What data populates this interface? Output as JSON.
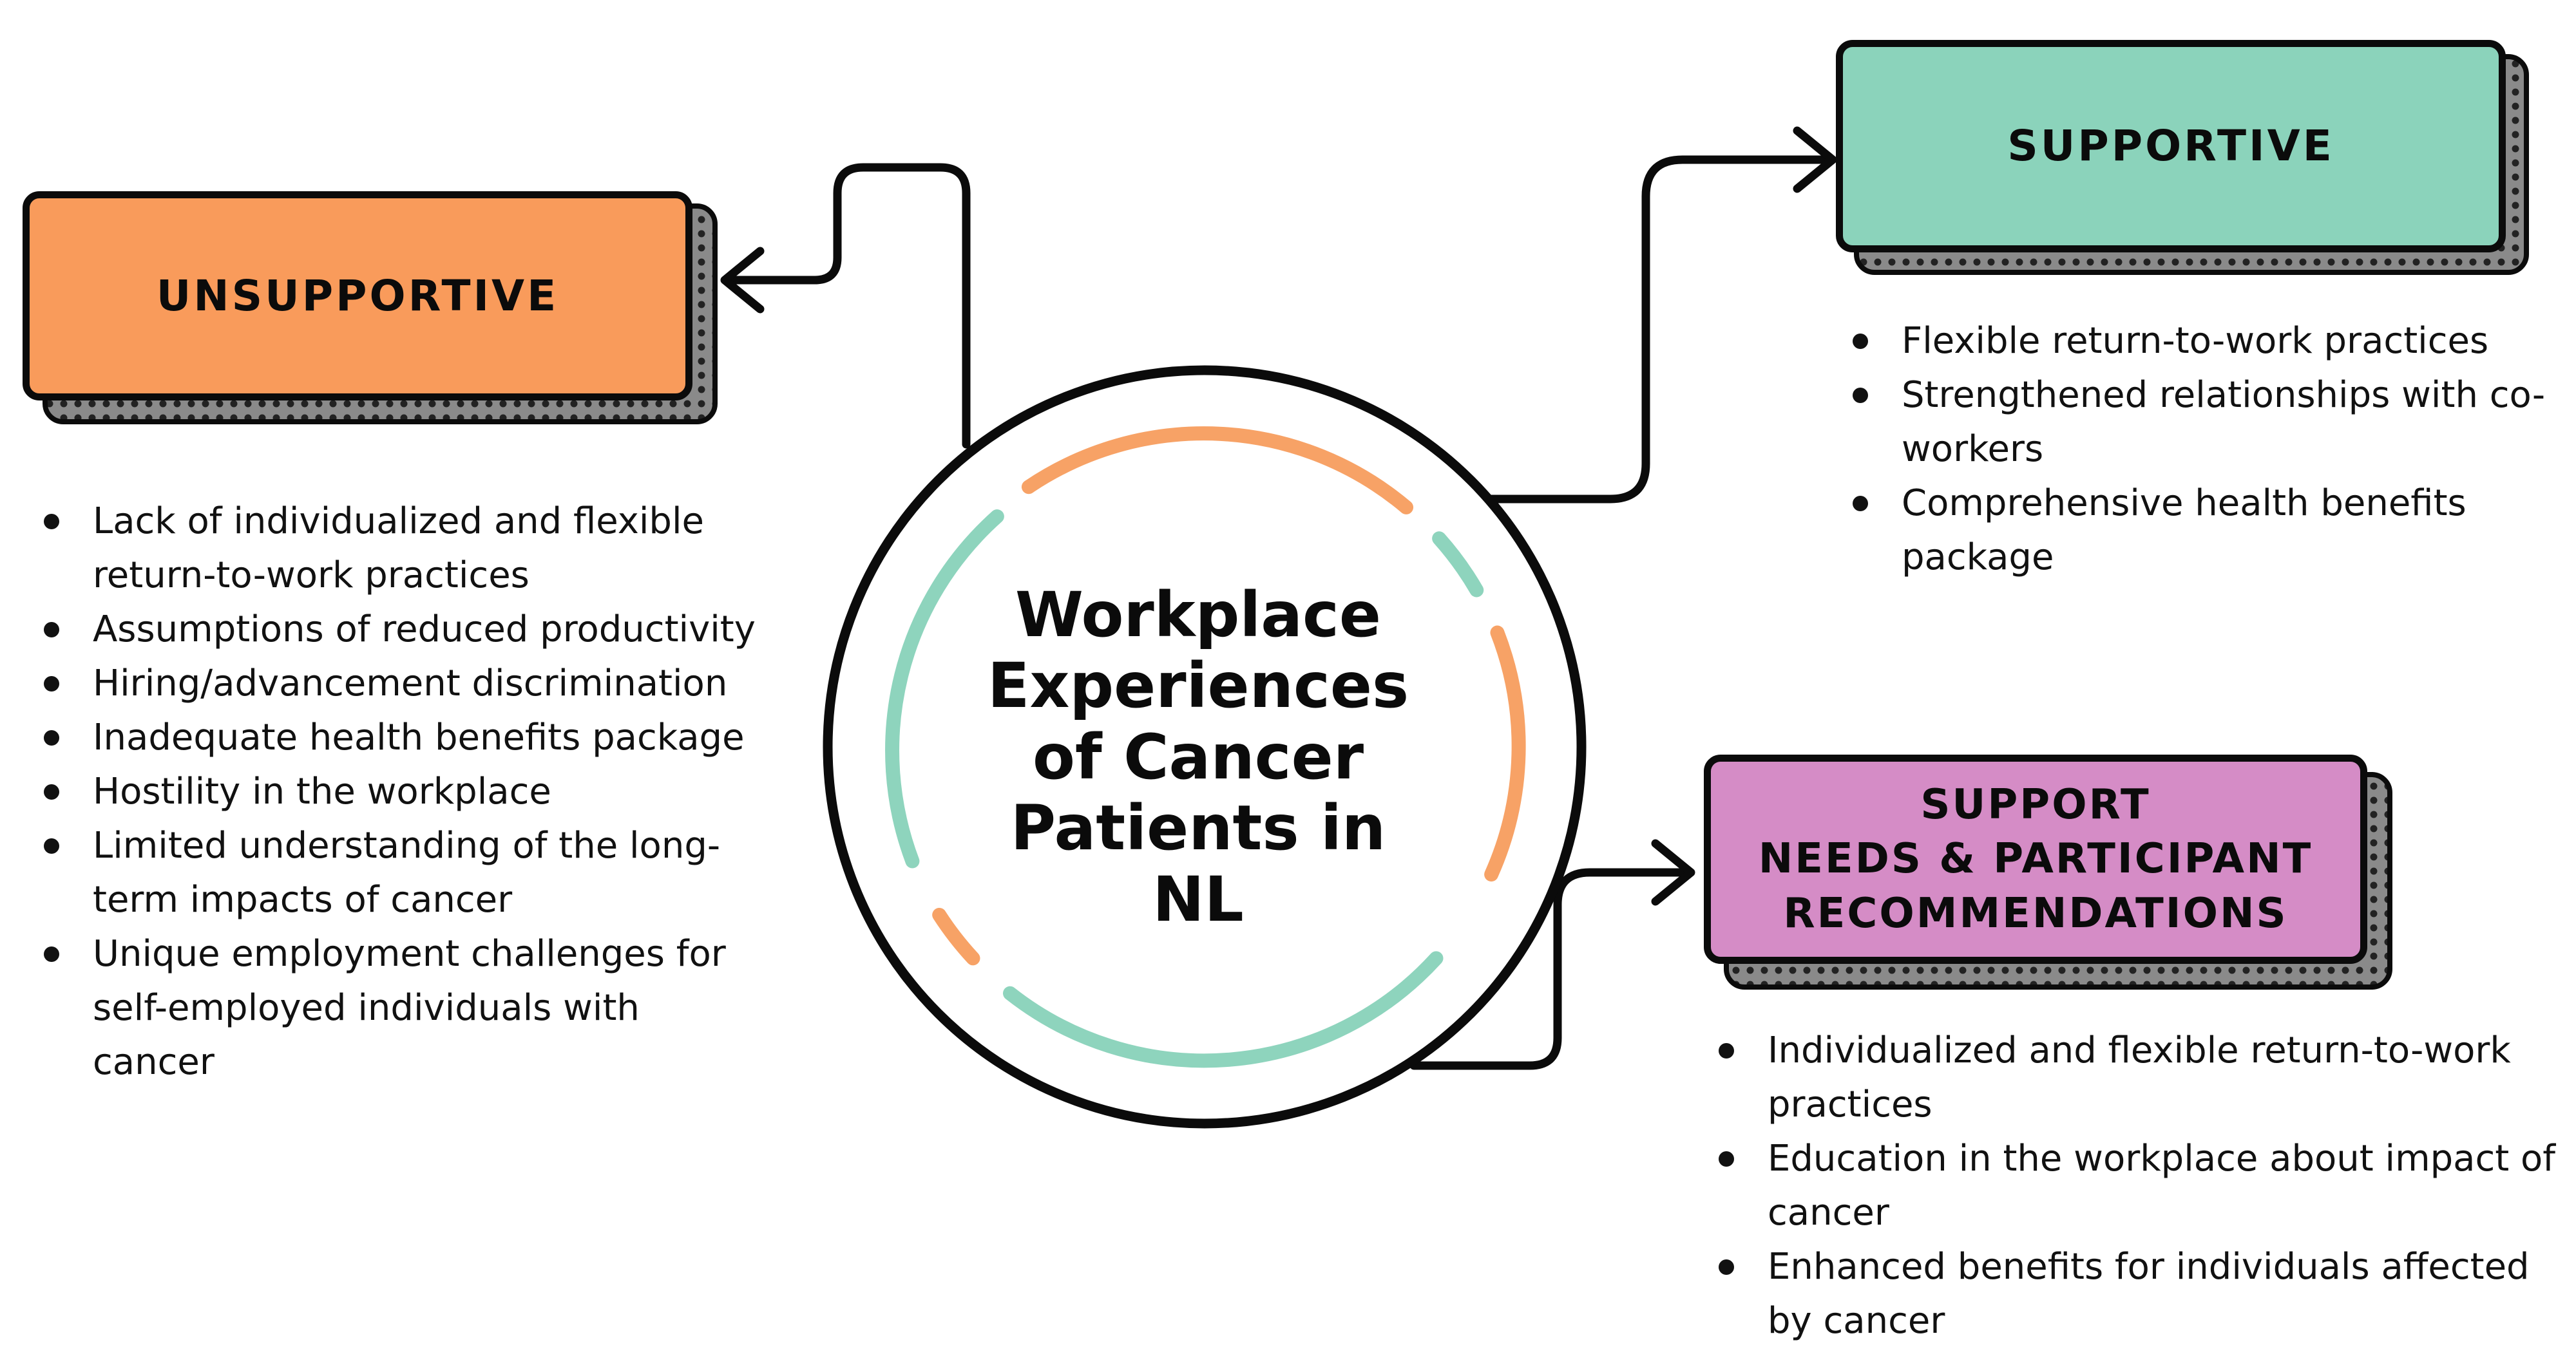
{
  "diagram": {
    "center": {
      "title_lines": [
        "Workplace",
        "Experiences",
        "of Cancer",
        "Patients in",
        "NL"
      ]
    },
    "colors": {
      "unsupportive": "#f99b5b",
      "supportive": "#8bd3bb",
      "recommendations": "#d58cc6",
      "ring_orange": "#f7a266",
      "ring_teal": "#8ed4bd",
      "outline": "#0b0b0b",
      "shadow_dots": "#777777"
    },
    "unsupportive": {
      "title": "UNSUPPORTIVE",
      "bullets": [
        "Lack of individualized and flexible return-to-work practices",
        "Assumptions of reduced productivity",
        "Hiring/advancement discrimination",
        "Inadequate health benefits package",
        "Hostility in the workplace",
        "Limited understanding of the long-term impacts of cancer",
        "Unique employment challenges for self-employed individuals with cancer"
      ]
    },
    "supportive": {
      "title": "SUPPORTIVE",
      "bullets": [
        "Flexible return-to-work practices",
        "Strengthened relationships with co-workers",
        "Comprehensive health benefits package"
      ]
    },
    "recommendations": {
      "title_lines": [
        "SUPPORT",
        "NEEDS & PARTICIPANT",
        "RECOMMENDATIONS"
      ],
      "bullets": [
        "Individualized and flexible return-to-work practices",
        "Education in the workplace about impact of cancer",
        "Enhanced benefits for individuals affected by cancer"
      ]
    }
  }
}
